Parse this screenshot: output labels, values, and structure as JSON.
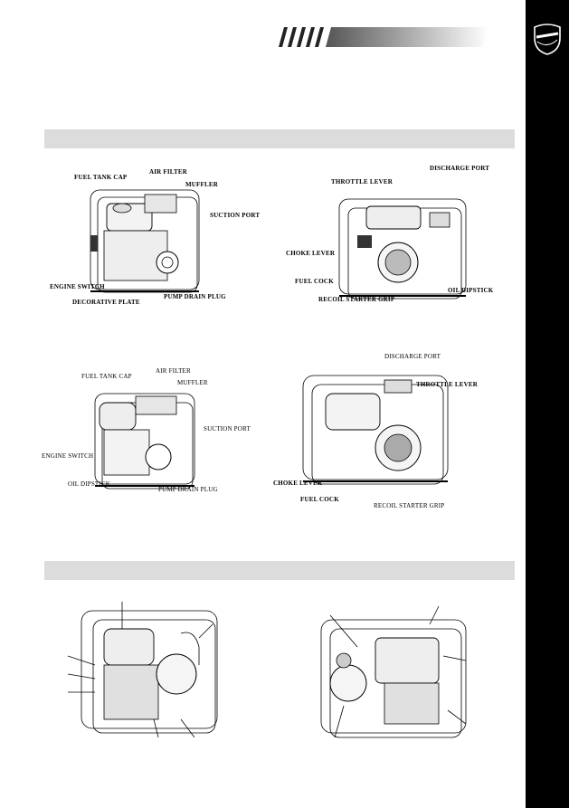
{
  "figure1": {
    "fuel_tank_cap": "FUEL TANK CAP",
    "air_filter": "AIR FILTER",
    "muffler": "MUFFLER",
    "suction_port": "SUCTION PORT",
    "engine_switch": "ENGINE SWITCH",
    "pump_drain_plug": "PUMP DRAIN PLUG",
    "decorative_plate": "DECORATIVE PLATE"
  },
  "figure2": {
    "discharge_port": "DISCHARGE PORT",
    "throttle_lever": "THROTTLE LEVER",
    "choke_lever": "CHOKE LEVER",
    "fuel_cock": "FUEL COCK",
    "oil_dipstick": "OIL DIPSTICK",
    "recoil_starter_grip": "RECOIL STARTER GRIP"
  },
  "figure3": {
    "fuel_tank_cap": "FUEL TANK CAP",
    "air_filter": "AIR FILTER",
    "muffler": "MUFFLER",
    "suction_port": "SUCTION PORT",
    "engine_switch": "ENGINE SWITCH",
    "oil_dipstick": "OIL DIPSTICK",
    "pump_drain_plug": "PUMP DRAIN PLUG"
  },
  "figure4": {
    "discharge_port": "DISCHARGE PORT",
    "throttle_lever": "THROTTLE LEVER",
    "choke_lever": "CHOKE LEVER",
    "fuel_cock": "FUEL COCK",
    "recoil_starter_grip": "RECOIL STARTER GRIP"
  },
  "colors": {
    "sidebar": "#000000",
    "section_bar": "#dcdcdc"
  },
  "icons": {
    "brand_logo": "ducati-shield-icon"
  }
}
